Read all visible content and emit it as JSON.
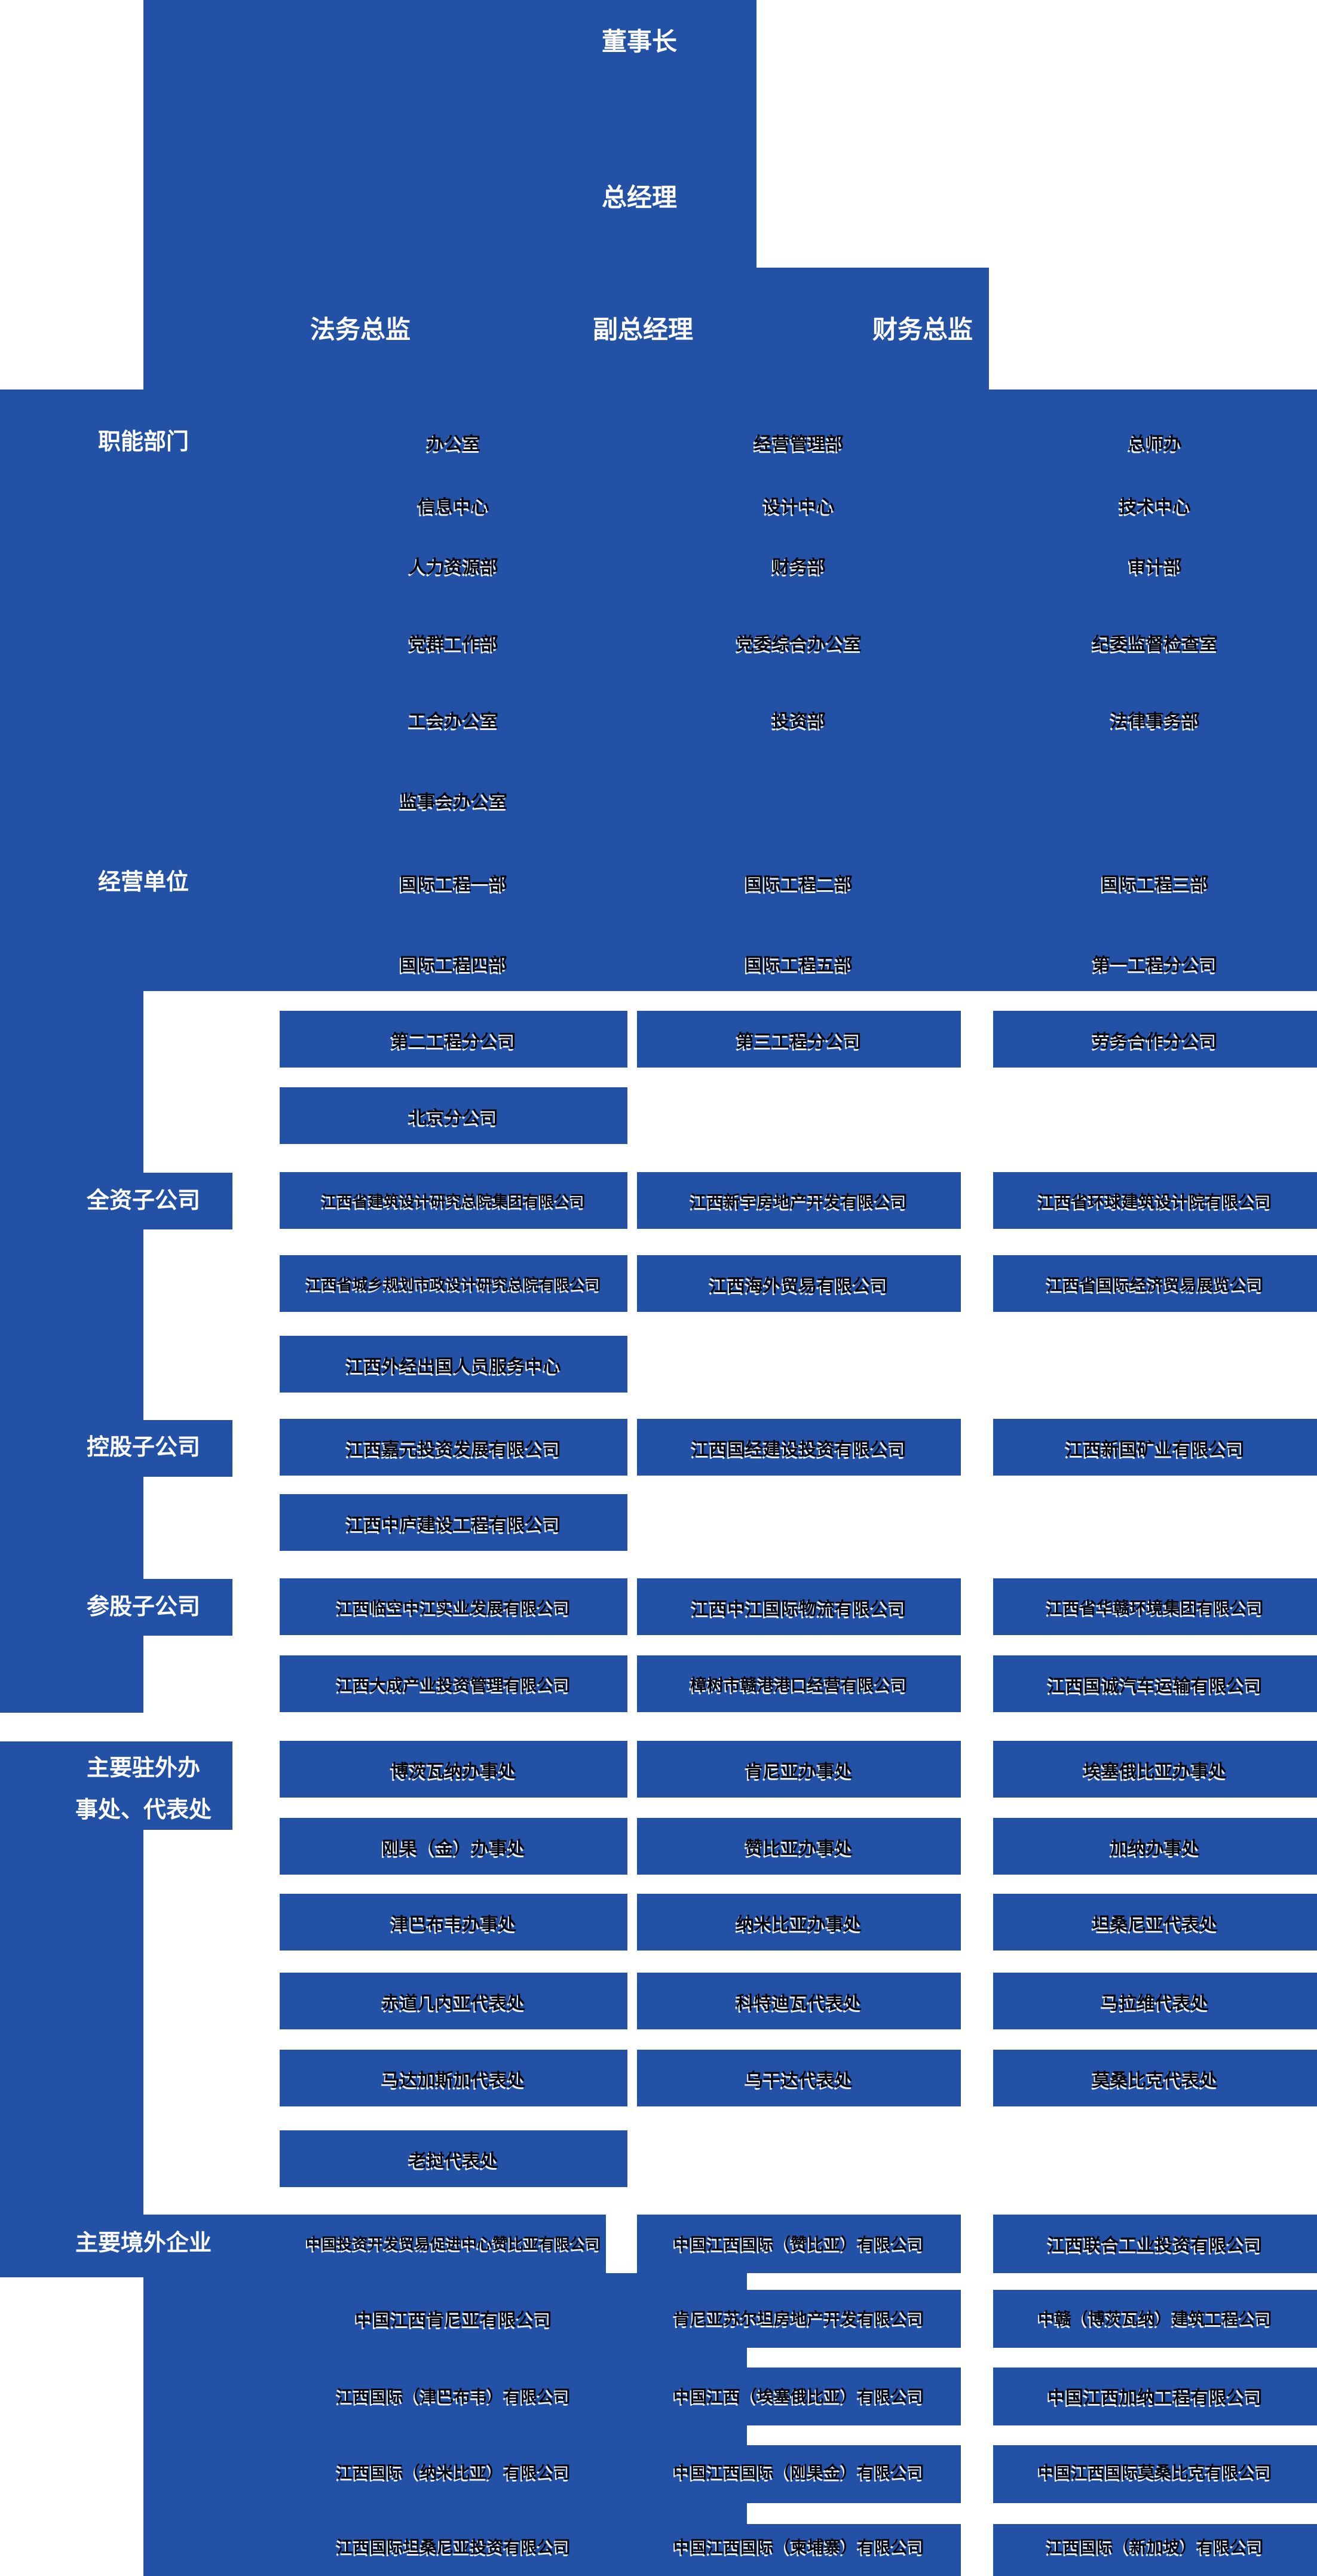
{
  "top": {
    "chairman": "董事长",
    "general_manager": "总经理",
    "legal_director": "法务总监",
    "deputy_general_manager": "副总经理",
    "finance_director": "财务总监"
  },
  "sections": [
    {
      "id": "functional",
      "label": "职能部门",
      "rows": [
        [
          "办公室",
          "经营管理部",
          "总师办"
        ],
        [
          "信息中心",
          "设计中心",
          "技术中心"
        ],
        [
          "人力资源部",
          "财务部",
          "审计部"
        ],
        [
          "党群工作部",
          "党委综合办公室",
          "纪委监督检查室"
        ],
        [
          "工会办公室",
          "投资部",
          "法律事务部"
        ],
        [
          "监事会办公室",
          "",
          ""
        ]
      ]
    },
    {
      "id": "business-units",
      "label": "经营单位",
      "rows": [
        [
          "国际工程一部",
          "国际工程二部",
          "国际工程三部"
        ],
        [
          "国际工程四部",
          "国际工程五部",
          "第一工程分公司"
        ],
        [
          "第二工程分公司",
          "第三工程分公司",
          "劳务合作分公司"
        ],
        [
          "北京分公司",
          "",
          ""
        ]
      ]
    },
    {
      "id": "wholly-owned-subsidiaries",
      "label": "全资子公司",
      "rows": [
        [
          "江西省建筑设计研究总院集团有限公司",
          "江西新宇房地产开发有限公司",
          "江西省环球建筑设计院有限公司"
        ],
        [
          "江西省城乡规划市政设计研究总院有限公司",
          "江西海外贸易有限公司",
          "江西省国际经济贸易展览公司"
        ],
        [
          "江西外经出国人员服务中心",
          "",
          ""
        ]
      ]
    },
    {
      "id": "holding-subsidiaries",
      "label": "控股子公司",
      "rows": [
        [
          "江西嘉元投资发展有限公司",
          "江西国经建设投资有限公司",
          "江西新国矿业有限公司"
        ],
        [
          "江西中庐建设工程有限公司",
          "",
          ""
        ]
      ]
    },
    {
      "id": "minority-stake-subsidiaries",
      "label": "参股子公司",
      "rows": [
        [
          "江西临空中江实业发展有限公司",
          "江西中江国际物流有限公司",
          "江西省华赣环境集团有限公司"
        ],
        [
          "江西大成产业投资管理有限公司",
          "樟树市赣港港口经营有限公司",
          "江西国诚汽车运输有限公司"
        ]
      ]
    },
    {
      "id": "overseas-offices",
      "label": "主要驻外办事处、代表处",
      "label_lines": [
        "主要驻外办",
        "事处、代表处"
      ],
      "rows": [
        [
          "博茨瓦纳办事处",
          "肯尼亚办事处",
          "埃塞俄比亚办事处"
        ],
        [
          "刚果（金）办事处",
          "赞比亚办事处",
          "加纳办事处"
        ],
        [
          "津巴布韦办事处",
          "纳米比亚办事处",
          "坦桑尼亚代表处"
        ],
        [
          "赤道几内亚代表处",
          "科特迪瓦代表处",
          "马拉维代表处"
        ],
        [
          "马达加斯加代表处",
          "乌干达代表处",
          "莫桑比克代表处"
        ],
        [
          "老挝代表处",
          "",
          ""
        ]
      ]
    },
    {
      "id": "overseas-enterprises",
      "label": "主要境外企业",
      "rows": [
        [
          "中国投资开发贸易促进中心赞比亚有限公司",
          "中国江西国际（赞比亚）有限公司",
          "江西联合工业投资有限公司"
        ],
        [
          "中国江西肯尼亚有限公司",
          "肯尼亚苏尔坦房地产开发有限公司",
          "中赣（博茨瓦纳）建筑工程公司"
        ],
        [
          "江西国际（津巴布韦）有限公司",
          "中国江西（埃塞俄比亚）有限公司",
          "中国江西加纳工程有限公司"
        ],
        [
          "江西国际（纳米比亚）有限公司",
          "中国江西国际（刚果金）有限公司",
          "中国江西国际莫桑比克有限公司"
        ],
        [
          "江西国际坦桑尼亚投资有限公司",
          "中国江西国际（柬埔寨）有限公司",
          "江西国际（新加坡）有限公司"
        ]
      ]
    }
  ],
  "colors": {
    "primary_blue": "#2351A5",
    "box_text": "#02060f",
    "label_text": "#ffffff",
    "background": "#ffffff"
  }
}
